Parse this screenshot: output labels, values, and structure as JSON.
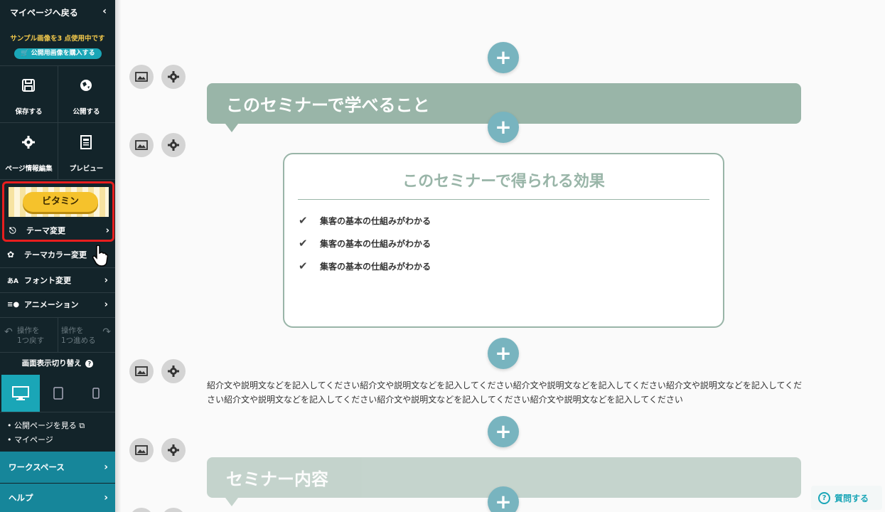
{
  "sidebar": {
    "back_label": "マイページへ戻る",
    "sample_notice": "サンプル画像を3 点使用中です",
    "buy_label": "公開用画像を購入する",
    "tiles": {
      "save": "保存する",
      "publish": "公開する",
      "page_info": "ページ情報編集",
      "preview": "プレビュー"
    },
    "theme_name": "ビタミン",
    "menu": {
      "theme_change": "テーマ変更",
      "theme_color": "テーマカラー変更",
      "font_change": "フォント変更",
      "animation": "アニメーション"
    },
    "undo": {
      "line1": "操作を",
      "line2": "1つ戻す"
    },
    "redo": {
      "line1": "操作を",
      "line2": "1つ進める"
    },
    "view_switch_title": "画面表示切り替え",
    "links": {
      "public_page": "公開ページを見る",
      "mypage": "マイページ"
    },
    "workspace": "ワークスペース",
    "help": "ヘルプ"
  },
  "main": {
    "heading1": "このセミナーで学べること",
    "effect_title": "このセミナーで得られる効果",
    "checks": [
      "集客の基本の仕組みがわかる",
      "集客の基本の仕組みがわかる",
      "集客の基本の仕組みがわかる"
    ],
    "paragraph": "紹介文や説明文などを記入してください紹介文や説明文などを記入してください紹介文や説明文などを記入してください紹介文や説明文などを記入してください紹介文や説明文などを記入してください紹介文や説明文などを記入してください紹介文や説明文などを記入してください",
    "heading2": "セミナー内容",
    "plus": "+"
  },
  "help_button": "質問する",
  "colors": {
    "sidebar_bg": "#13242a",
    "accent": "#1aa6b7",
    "heading_green": "#99b5a8",
    "plus_blue": "#78b4bf",
    "highlight_red": "#e81e1e"
  }
}
